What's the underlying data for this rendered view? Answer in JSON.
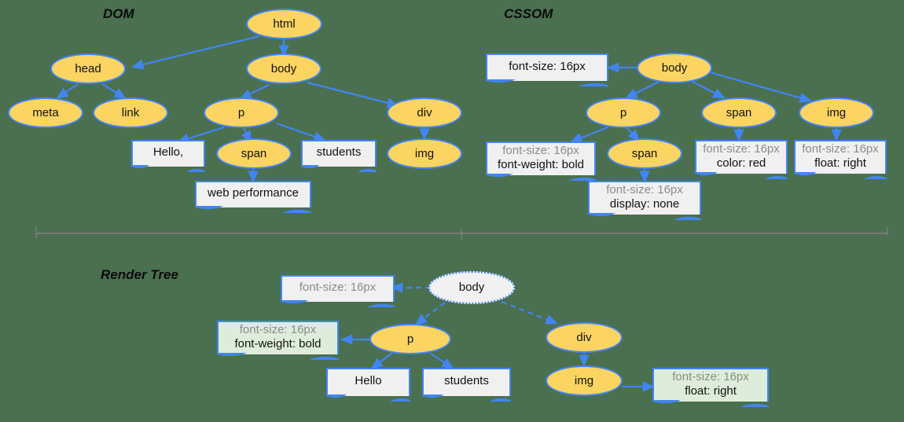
{
  "background_color": "#4a7050",
  "palette": {
    "element_node_fill": "#FCD462",
    "node_border": "#4285F4",
    "style_box_fill": "#F0F0F0",
    "render_style_box_fill": "#DEEDDB",
    "inherited_text": "#8b8b8b",
    "own_text": "#111111",
    "divider": "#7a7a7a"
  },
  "sections": {
    "dom": {
      "title": "DOM"
    },
    "cssom": {
      "title": "CSSOM"
    },
    "render": {
      "title": "Render Tree"
    }
  },
  "dom_tree": {
    "nodes": [
      {
        "id": "html",
        "label": "html",
        "type": "element"
      },
      {
        "id": "head",
        "label": "head",
        "type": "element"
      },
      {
        "id": "body",
        "label": "body",
        "type": "element"
      },
      {
        "id": "meta",
        "label": "meta",
        "type": "element"
      },
      {
        "id": "link",
        "label": "link",
        "type": "element"
      },
      {
        "id": "p",
        "label": "p",
        "type": "element"
      },
      {
        "id": "div",
        "label": "div",
        "type": "element"
      },
      {
        "id": "hello",
        "label": "Hello,",
        "type": "text"
      },
      {
        "id": "span",
        "label": "span",
        "type": "element"
      },
      {
        "id": "stud",
        "label": "students",
        "type": "text"
      },
      {
        "id": "img",
        "label": "img",
        "type": "element"
      },
      {
        "id": "webperf",
        "label": "web performance",
        "type": "text"
      }
    ],
    "edges": [
      [
        "html",
        "head"
      ],
      [
        "html",
        "body"
      ],
      [
        "head",
        "meta"
      ],
      [
        "head",
        "link"
      ],
      [
        "body",
        "p"
      ],
      [
        "body",
        "div"
      ],
      [
        "p",
        "hello"
      ],
      [
        "p",
        "span"
      ],
      [
        "p",
        "stud"
      ],
      [
        "span",
        "webperf"
      ],
      [
        "div",
        "img"
      ]
    ]
  },
  "cssom_tree": {
    "nodes": [
      {
        "id": "body",
        "label": "body",
        "type": "element"
      },
      {
        "id": "p",
        "label": "p",
        "type": "element"
      },
      {
        "id": "span1",
        "label": "span",
        "type": "element"
      },
      {
        "id": "span2",
        "label": "span",
        "type": "element"
      },
      {
        "id": "img",
        "label": "img",
        "type": "element"
      }
    ],
    "style_boxes": [
      {
        "id": "sb-body",
        "for": "body",
        "lines": [
          {
            "text": "font-size: 16px",
            "style": "own"
          }
        ]
      },
      {
        "id": "sb-p",
        "for": "p",
        "lines": [
          {
            "text": "font-size: 16px",
            "style": "inherited"
          },
          {
            "text": "font-weight: bold",
            "style": "own"
          }
        ]
      },
      {
        "id": "sb-span2",
        "for": "span2",
        "lines": [
          {
            "text": "font-size: 16px",
            "style": "inherited"
          },
          {
            "text": "display: none",
            "style": "own"
          }
        ]
      },
      {
        "id": "sb-span1",
        "for": "span1",
        "lines": [
          {
            "text": "font-size: 16px",
            "style": "inherited"
          },
          {
            "text": "color: red",
            "style": "own"
          }
        ]
      },
      {
        "id": "sb-img",
        "for": "img",
        "lines": [
          {
            "text": "font-size: 16px",
            "style": "inherited"
          },
          {
            "text": "float: right",
            "style": "own"
          }
        ]
      }
    ],
    "edges": [
      [
        "body",
        "sb-body"
      ],
      [
        "body",
        "p"
      ],
      [
        "body",
        "span1"
      ],
      [
        "body",
        "img"
      ],
      [
        "p",
        "sb-p"
      ],
      [
        "p",
        "span2"
      ],
      [
        "span2",
        "sb-span2"
      ],
      [
        "span1",
        "sb-span1"
      ],
      [
        "img",
        "sb-img"
      ]
    ]
  },
  "render_tree": {
    "nodes": [
      {
        "id": "body",
        "label": "body",
        "type": "root"
      },
      {
        "id": "p",
        "label": "p",
        "type": "element"
      },
      {
        "id": "div",
        "label": "div",
        "type": "element"
      },
      {
        "id": "img",
        "label": "img",
        "type": "element"
      },
      {
        "id": "hello",
        "label": "Hello",
        "type": "text"
      },
      {
        "id": "stud",
        "label": "students",
        "type": "text"
      }
    ],
    "style_boxes": [
      {
        "id": "rb-body",
        "for": "body",
        "fill": "plain",
        "lines": [
          {
            "text": "font-size: 16px",
            "style": "inherited"
          }
        ]
      },
      {
        "id": "rb-p",
        "for": "p",
        "fill": "green",
        "lines": [
          {
            "text": "font-size: 16px",
            "style": "inherited"
          },
          {
            "text": "font-weight: bold",
            "style": "own"
          }
        ]
      },
      {
        "id": "rb-img",
        "for": "img",
        "fill": "green",
        "lines": [
          {
            "text": "font-size: 16px",
            "style": "inherited"
          },
          {
            "text": "float: right",
            "style": "own"
          }
        ]
      }
    ],
    "edges": [
      [
        "body",
        "rb-body"
      ],
      [
        "body",
        "p"
      ],
      [
        "body",
        "div"
      ],
      [
        "p",
        "rb-p"
      ],
      [
        "p",
        "hello"
      ],
      [
        "p",
        "stud"
      ],
      [
        "div",
        "img"
      ],
      [
        "img",
        "rb-img"
      ]
    ]
  }
}
